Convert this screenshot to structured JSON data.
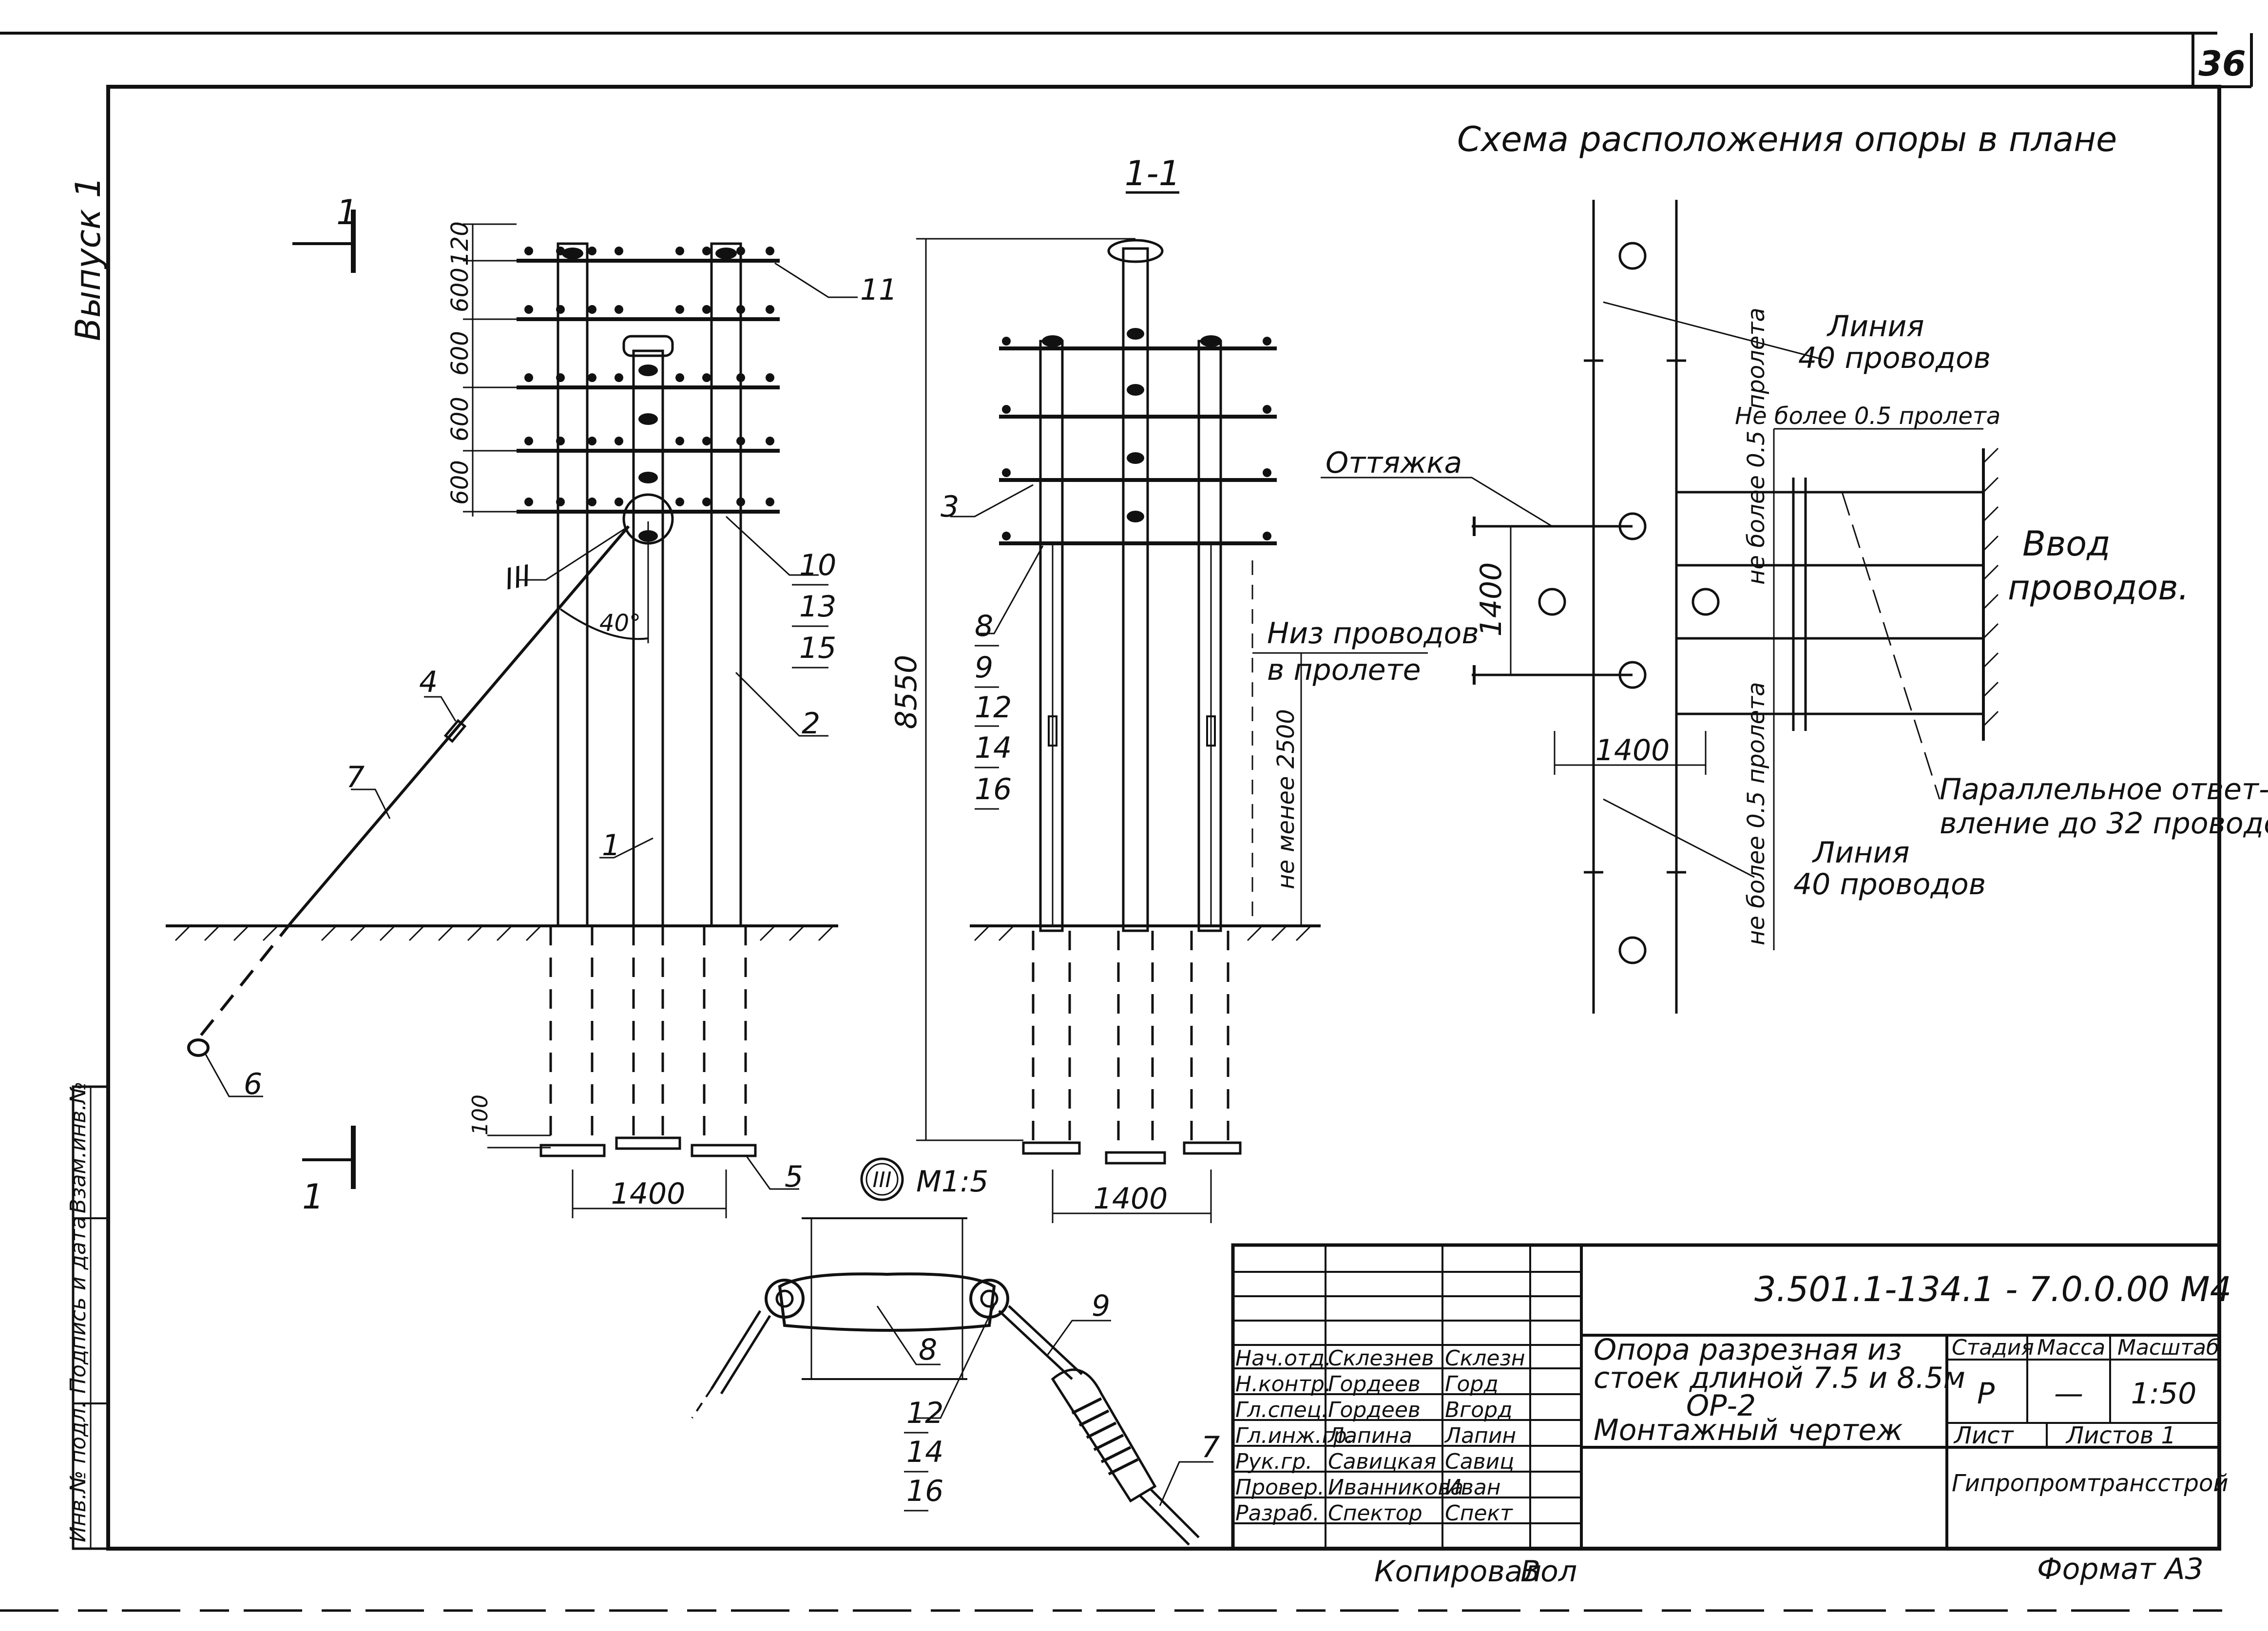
{
  "sheet": {
    "number": "36",
    "series_side": "Выпуск 1"
  },
  "plan": {
    "title": "Схема расположения опоры в плане",
    "line_top": [
      "Линия",
      "40 проводов"
    ],
    "line_bottom": [
      "Линия",
      "40 проводов"
    ],
    "guy": "Оттяжка",
    "entry": [
      "Ввод",
      "проводов."
    ],
    "branch": [
      "Параллельное ответ-",
      "вление до 32 проводов."
    ],
    "span_text": "пролета",
    "max_half_span": "Не более 0.5 пролета",
    "max_half_span_v1": "не более 0.5",
    "max_half_span_v2": "не более 0.5 пролета",
    "dim_v": "1400",
    "dim_h": "1400"
  },
  "front_view": {
    "section_mark": "1",
    "dims": [
      "120",
      "600",
      "600",
      "600",
      "600"
    ],
    "angle": "40°",
    "base_dim": "1400",
    "foot_dim": "100",
    "callouts": [
      "11",
      "10",
      "13",
      "15",
      "2",
      "1",
      "4",
      "7",
      "6",
      "5",
      "III"
    ]
  },
  "section_view": {
    "title": "1-1",
    "height": "8550",
    "bottom_wires": [
      "Низ проводов",
      "в пролете"
    ],
    "min_clearance": "не менее 2500",
    "base_dim": "1400",
    "callouts": [
      "3",
      "8",
      "9",
      "12",
      "14",
      "16"
    ]
  },
  "detail": {
    "mark": "III",
    "scale": "М1:5",
    "callouts": [
      "8",
      "9",
      "12",
      "14",
      "16",
      "7"
    ]
  },
  "title_block": {
    "code": "3.501.1-134.1 - 7.0.0.00 М4",
    "description": [
      "Опора разрезная из",
      "стоек длиной 7.5 и 8.5м",
      "ОР-2",
      "Монтажный чертеж"
    ],
    "stage_label": "Стадия",
    "mass_label": "Масса",
    "scale_label": "Масштаб",
    "stage": "Р",
    "mass": "—",
    "scale": "1:50",
    "sheet_label": "Лист",
    "sheets_label": "Листов 1",
    "org": "Гипропромтрансстрой",
    "staff": [
      {
        "role": "Нач.отд.",
        "name": "Склезнев",
        "sign": "Склезн"
      },
      {
        "role": "Н.контр.",
        "name": "Гордеев",
        "sign": "Горд"
      },
      {
        "role": "Гл.спец.",
        "name": "Гордеев",
        "sign": "Вгорд"
      },
      {
        "role": "Гл.инж.гр.",
        "name": "Лапина",
        "sign": "Лапин"
      },
      {
        "role": "Рук.гр.",
        "name": "Савицкая",
        "sign": "Савиц"
      },
      {
        "role": "Провер.",
        "name": "Иванникова",
        "sign": "Иван"
      },
      {
        "role": "Разраб.",
        "name": "Спектор",
        "sign": "Спект"
      }
    ]
  },
  "side_stamp": [
    "Инв.№ подл.",
    "Подпись и дата",
    "Взам.инв.№"
  ],
  "footer": {
    "copied": "Копировал",
    "copied_sign": "Вол",
    "format": "Формат А3"
  }
}
